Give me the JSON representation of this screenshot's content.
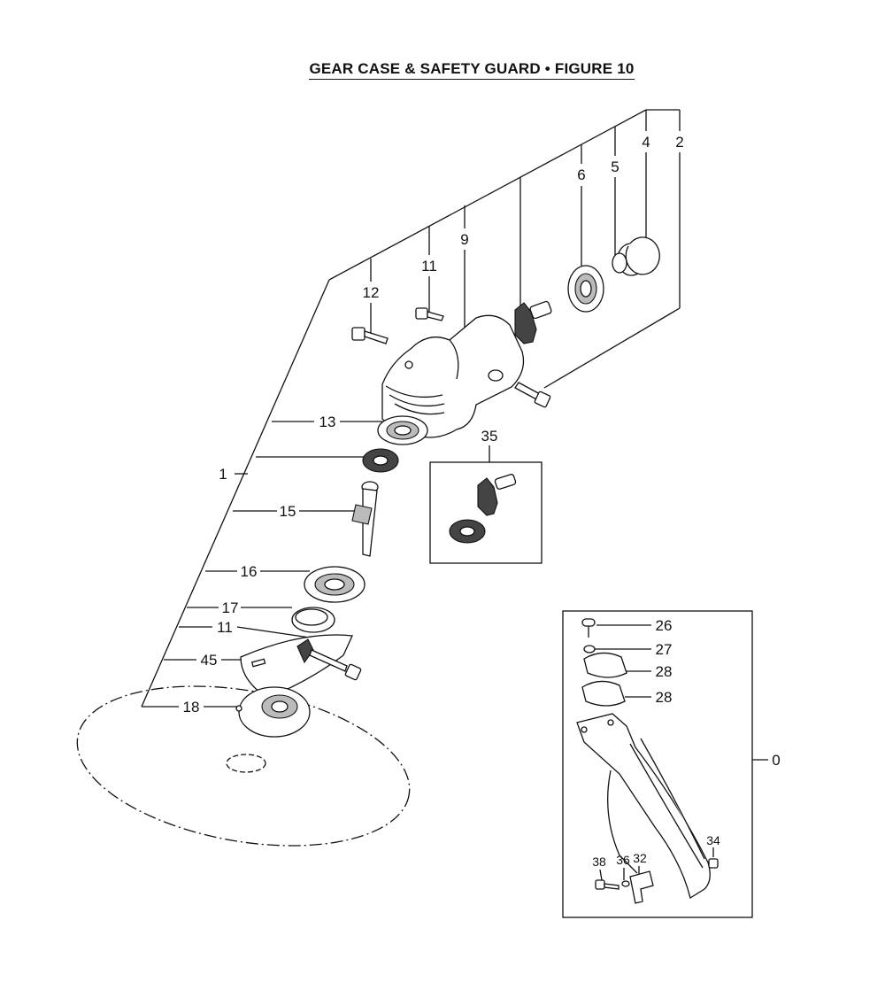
{
  "title": "GEAR CASE & SAFETY GUARD  •  FIGURE 10",
  "callouts": {
    "p2": "2",
    "p4": "4",
    "p5": "5",
    "p6": "6",
    "p9": "9",
    "p11a": "11",
    "p12": "12",
    "p13": "13",
    "p1": "1",
    "p15": "15",
    "p16": "16",
    "p17": "17",
    "p11b": "11",
    "p45": "45",
    "p18": "18",
    "p35": "35",
    "p26": "26",
    "p27": "27",
    "p28a": "28",
    "p28b": "28",
    "p0": "0",
    "p34": "34",
    "p38": "38",
    "p36": "36",
    "p32": "32"
  }
}
